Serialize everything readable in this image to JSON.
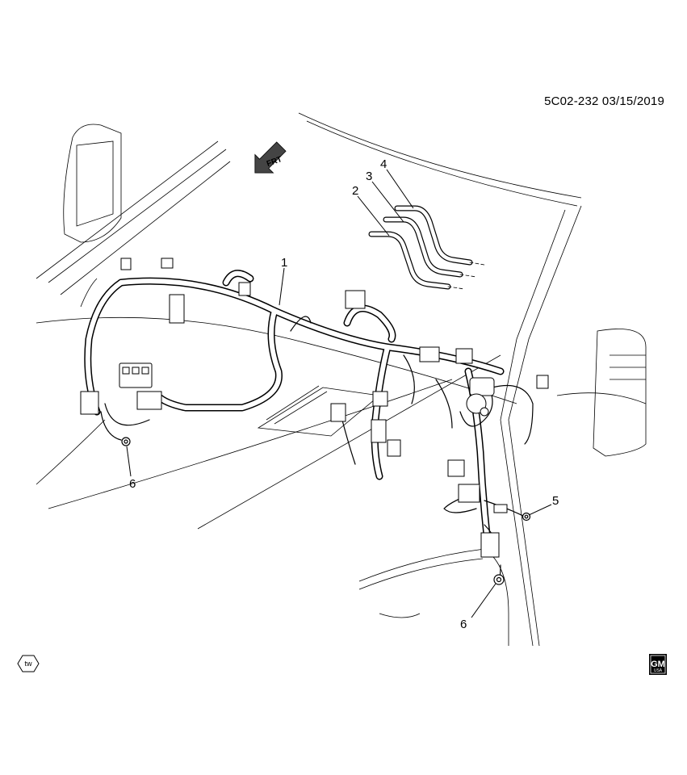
{
  "diagram": {
    "reference": "5C02-232  03/15/2019",
    "direction_label": "FRT",
    "callouts": [
      "1",
      "2",
      "3",
      "4",
      "5",
      "6",
      "6"
    ],
    "tw_badge": "tw",
    "logo": {
      "text": "GM",
      "sub": "USA"
    }
  }
}
